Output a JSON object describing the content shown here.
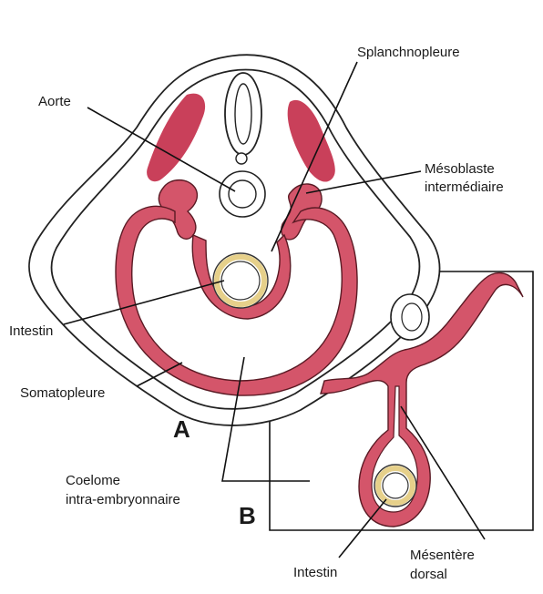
{
  "labels": {
    "aorte": "Aorte",
    "splanchnopleure": "Splanchnopleure",
    "mesoblaste_line1": "Mésoblaste",
    "mesoblaste_line2": "intermédiaire",
    "intestin_a": "Intestin",
    "somatopleure": "Somatopleure",
    "coelome_line1": "Coelome",
    "coelome_line2": "intra-embryonnaire",
    "intestin_b": "Intestin",
    "mesentere_line1": "Mésentère",
    "mesentere_line2": "dorsal"
  },
  "panels": {
    "a": "A",
    "b": "B"
  },
  "colors": {
    "mesoderm": "#d4556a",
    "mesoderm_dark": "#5a1a24",
    "yolk_ring": "#e6d08a",
    "somite_dots": "#c9405a"
  }
}
